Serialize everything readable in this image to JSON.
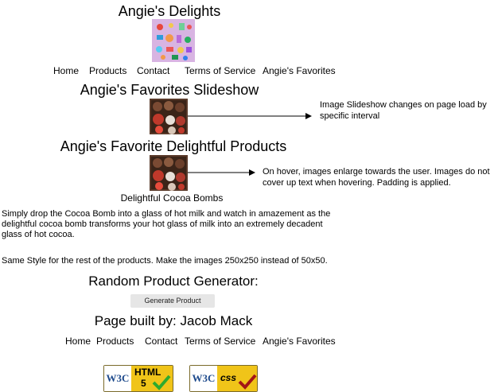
{
  "site_title": "Angie's Delights",
  "nav": {
    "items": [
      "Home",
      "Products",
      "Contact",
      "Terms of Service",
      "Angie's Favorites"
    ]
  },
  "slideshow": {
    "heading": "Angie's Favorites Slideshow",
    "note": "Image Slideshow changes on page load by specific interval"
  },
  "products": {
    "heading": "Angie's Favorite Delightful Products",
    "hover_note": "On hover, images enlarge towards the user. Images do not cover up text when hovering. Padding is applied.",
    "item_caption": "Delightful Cocoa Bombs",
    "item_description": "Simply drop the Cocoa Bomb into a glass of hot milk and watch in amazement as the delightful cocoa bomb transforms your hot glass of milk into an extremely decadent glass of hot cocoa.",
    "style_note": "Same Style for the rest of the products. Make the images 250x250 instead of 50x50."
  },
  "random": {
    "heading": "Random Product Generator:",
    "button_label": "Generate Product"
  },
  "footer": {
    "built_by": "Page built by: Jacob Mack",
    "nav_items": [
      "Home",
      "Products",
      "Contact",
      "Terms of Service",
      "Angie's Favorites"
    ]
  },
  "badges": {
    "html_w3c": "W3C",
    "html_label": "HTML",
    "html_version": "5",
    "css_w3c": "W3C",
    "css_label": "css"
  },
  "colors": {
    "logo_bg": "#d8b4e2",
    "badge_bg": "#f0c419",
    "w3c_blue": "#1e4a8c",
    "check_green": "#2eaa2e",
    "check_red": "#a31515"
  },
  "icons": [
    "logo-image",
    "cocoa-bomb-image",
    "arrow-icon",
    "w3c-html5-badge",
    "w3c-css-badge",
    "checkmark-icon"
  ]
}
